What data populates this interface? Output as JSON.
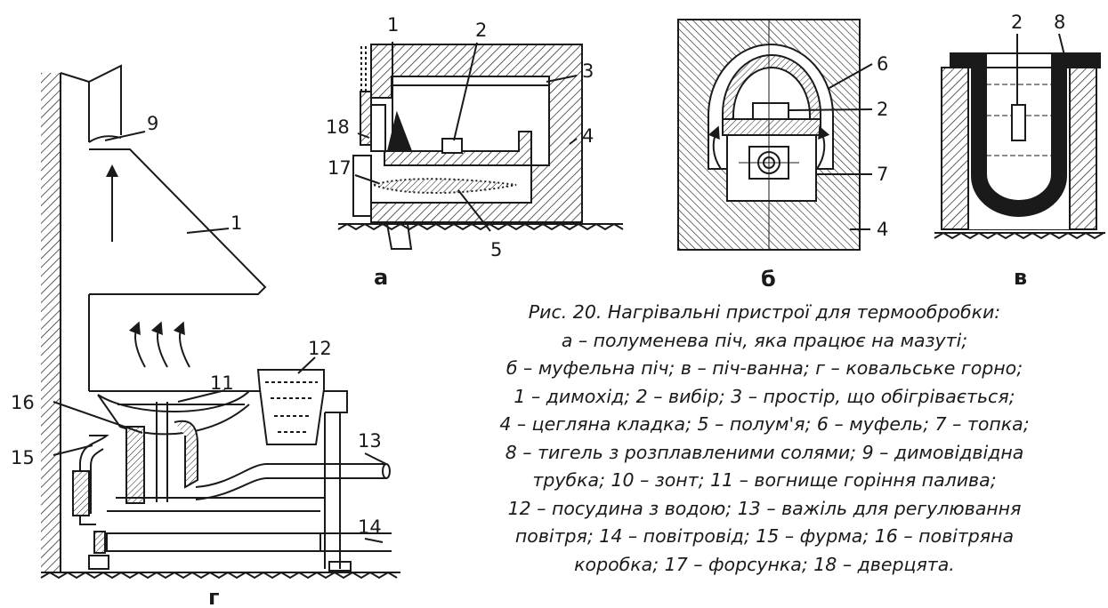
{
  "panels": {
    "a": "а",
    "b": "б",
    "v": "в",
    "g": "г"
  },
  "labels": {
    "a": [
      "1",
      "2",
      "3",
      "18",
      "4",
      "17",
      "5"
    ],
    "b": [
      "6",
      "2",
      "7",
      "4"
    ],
    "v": [
      "2",
      "8"
    ],
    "g": [
      "9",
      "1",
      "11",
      "12",
      "16",
      "15",
      "13",
      "14"
    ]
  },
  "caption": {
    "lines": [
      "Рис. 20. Нагрівальні пристрої для термообробки:",
      "а – полуменева піч, яка працює на мазуті;",
      "б – муфельна піч; в – піч-ванна; г – ковальське горно;",
      "1 – димохід;  2 – вибір; 3 – простір, що обігрівається;",
      "4 – цегляна кладка; 5 – полум'я; 6 – муфель; 7 – топка;",
      "8 – тигель з розплавленими солями; 9 – димовідвідна",
      "трубка; 10 – зонт; 11 – вогнище горіння палива;",
      "12 – посудина з водою; 13 – важіль для регулювання",
      "повітря; 14 – повітровід; 15 – фурма; 16 – повітряна",
      "коробка; 17 – форсунка; 18 – дверцята."
    ]
  }
}
